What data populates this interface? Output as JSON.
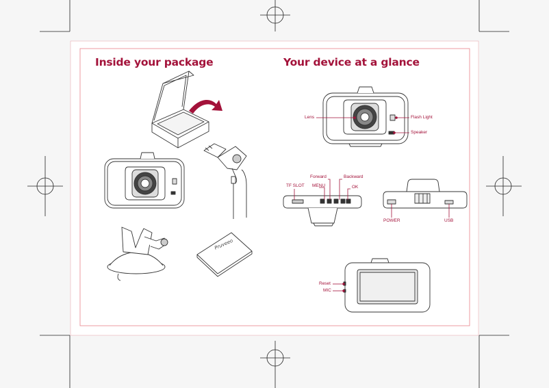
{
  "sections": {
    "package_title": "Inside your package",
    "glance_title": "Your device at a glance"
  },
  "package": {
    "manual_brand": "Pruveeo"
  },
  "colors": {
    "accent": "#a3123a",
    "page": "#ffffff",
    "ink": "#333333"
  },
  "callouts": {
    "front": {
      "lens": "Lens",
      "flash_light": "Flash Light",
      "speaker": "Speaker"
    },
    "top": {
      "forward": "Forward",
      "backward": "Backward",
      "tf_slot": "TF SLOT",
      "menu": "MENU",
      "ok": "OK"
    },
    "bottom": {
      "power": "POWER",
      "usb": "USB"
    },
    "back": {
      "reset": "Reset",
      "mic": "MIC"
    }
  }
}
